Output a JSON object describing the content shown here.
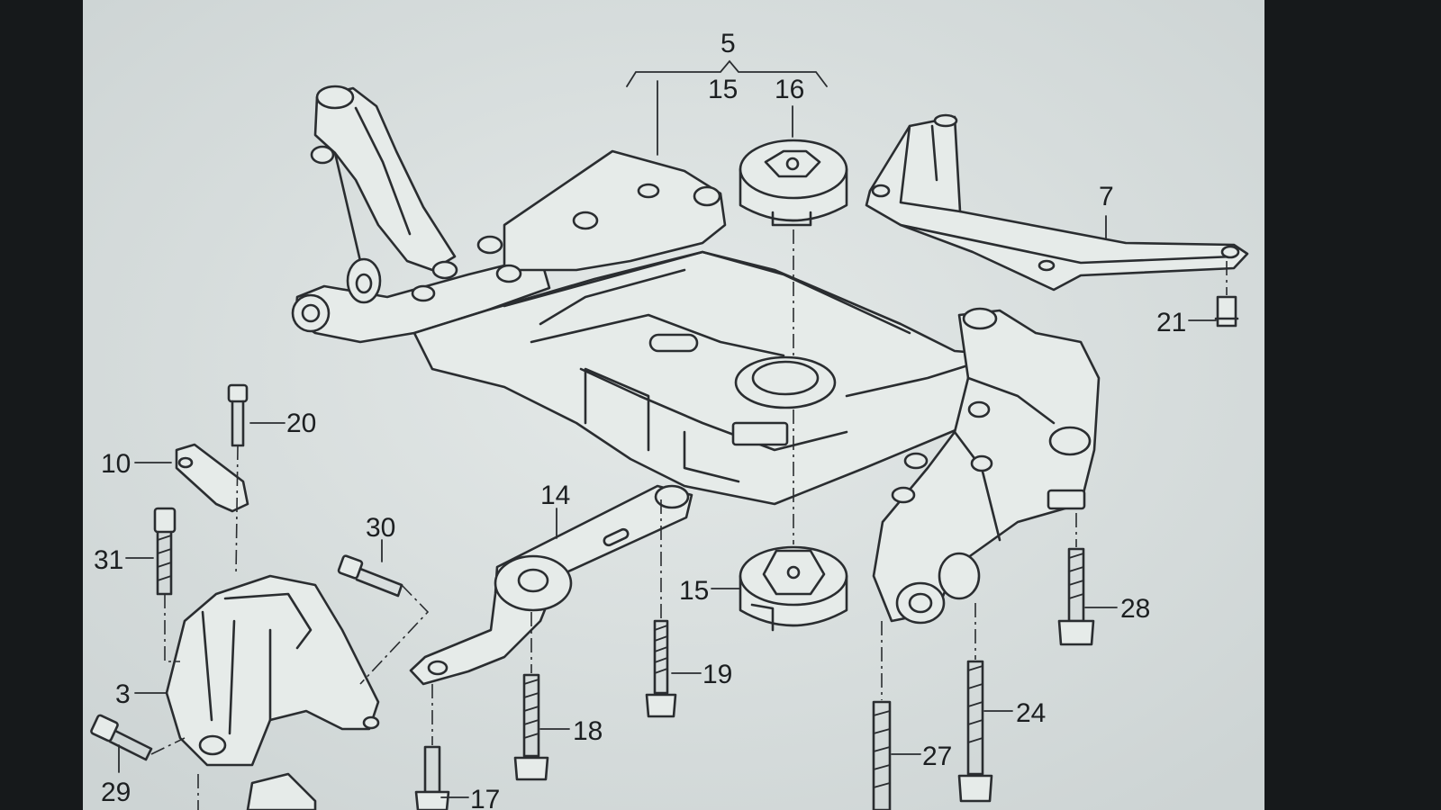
{
  "colors": {
    "screen_bezel": "#16191b",
    "paper": "#dde3e2",
    "ink": "#2a2d30"
  },
  "callouts": {
    "n5": "5",
    "n15_top": "15",
    "n16": "16",
    "n7": "7",
    "n21": "21",
    "n20": "20",
    "n10": "10",
    "n31": "31",
    "n30": "30",
    "n14": "14",
    "n15_bottom": "15",
    "n3": "3",
    "n29": "29",
    "n19": "19",
    "n18": "18",
    "n17": "17",
    "n27": "27",
    "n24": "24",
    "n28": "28"
  }
}
